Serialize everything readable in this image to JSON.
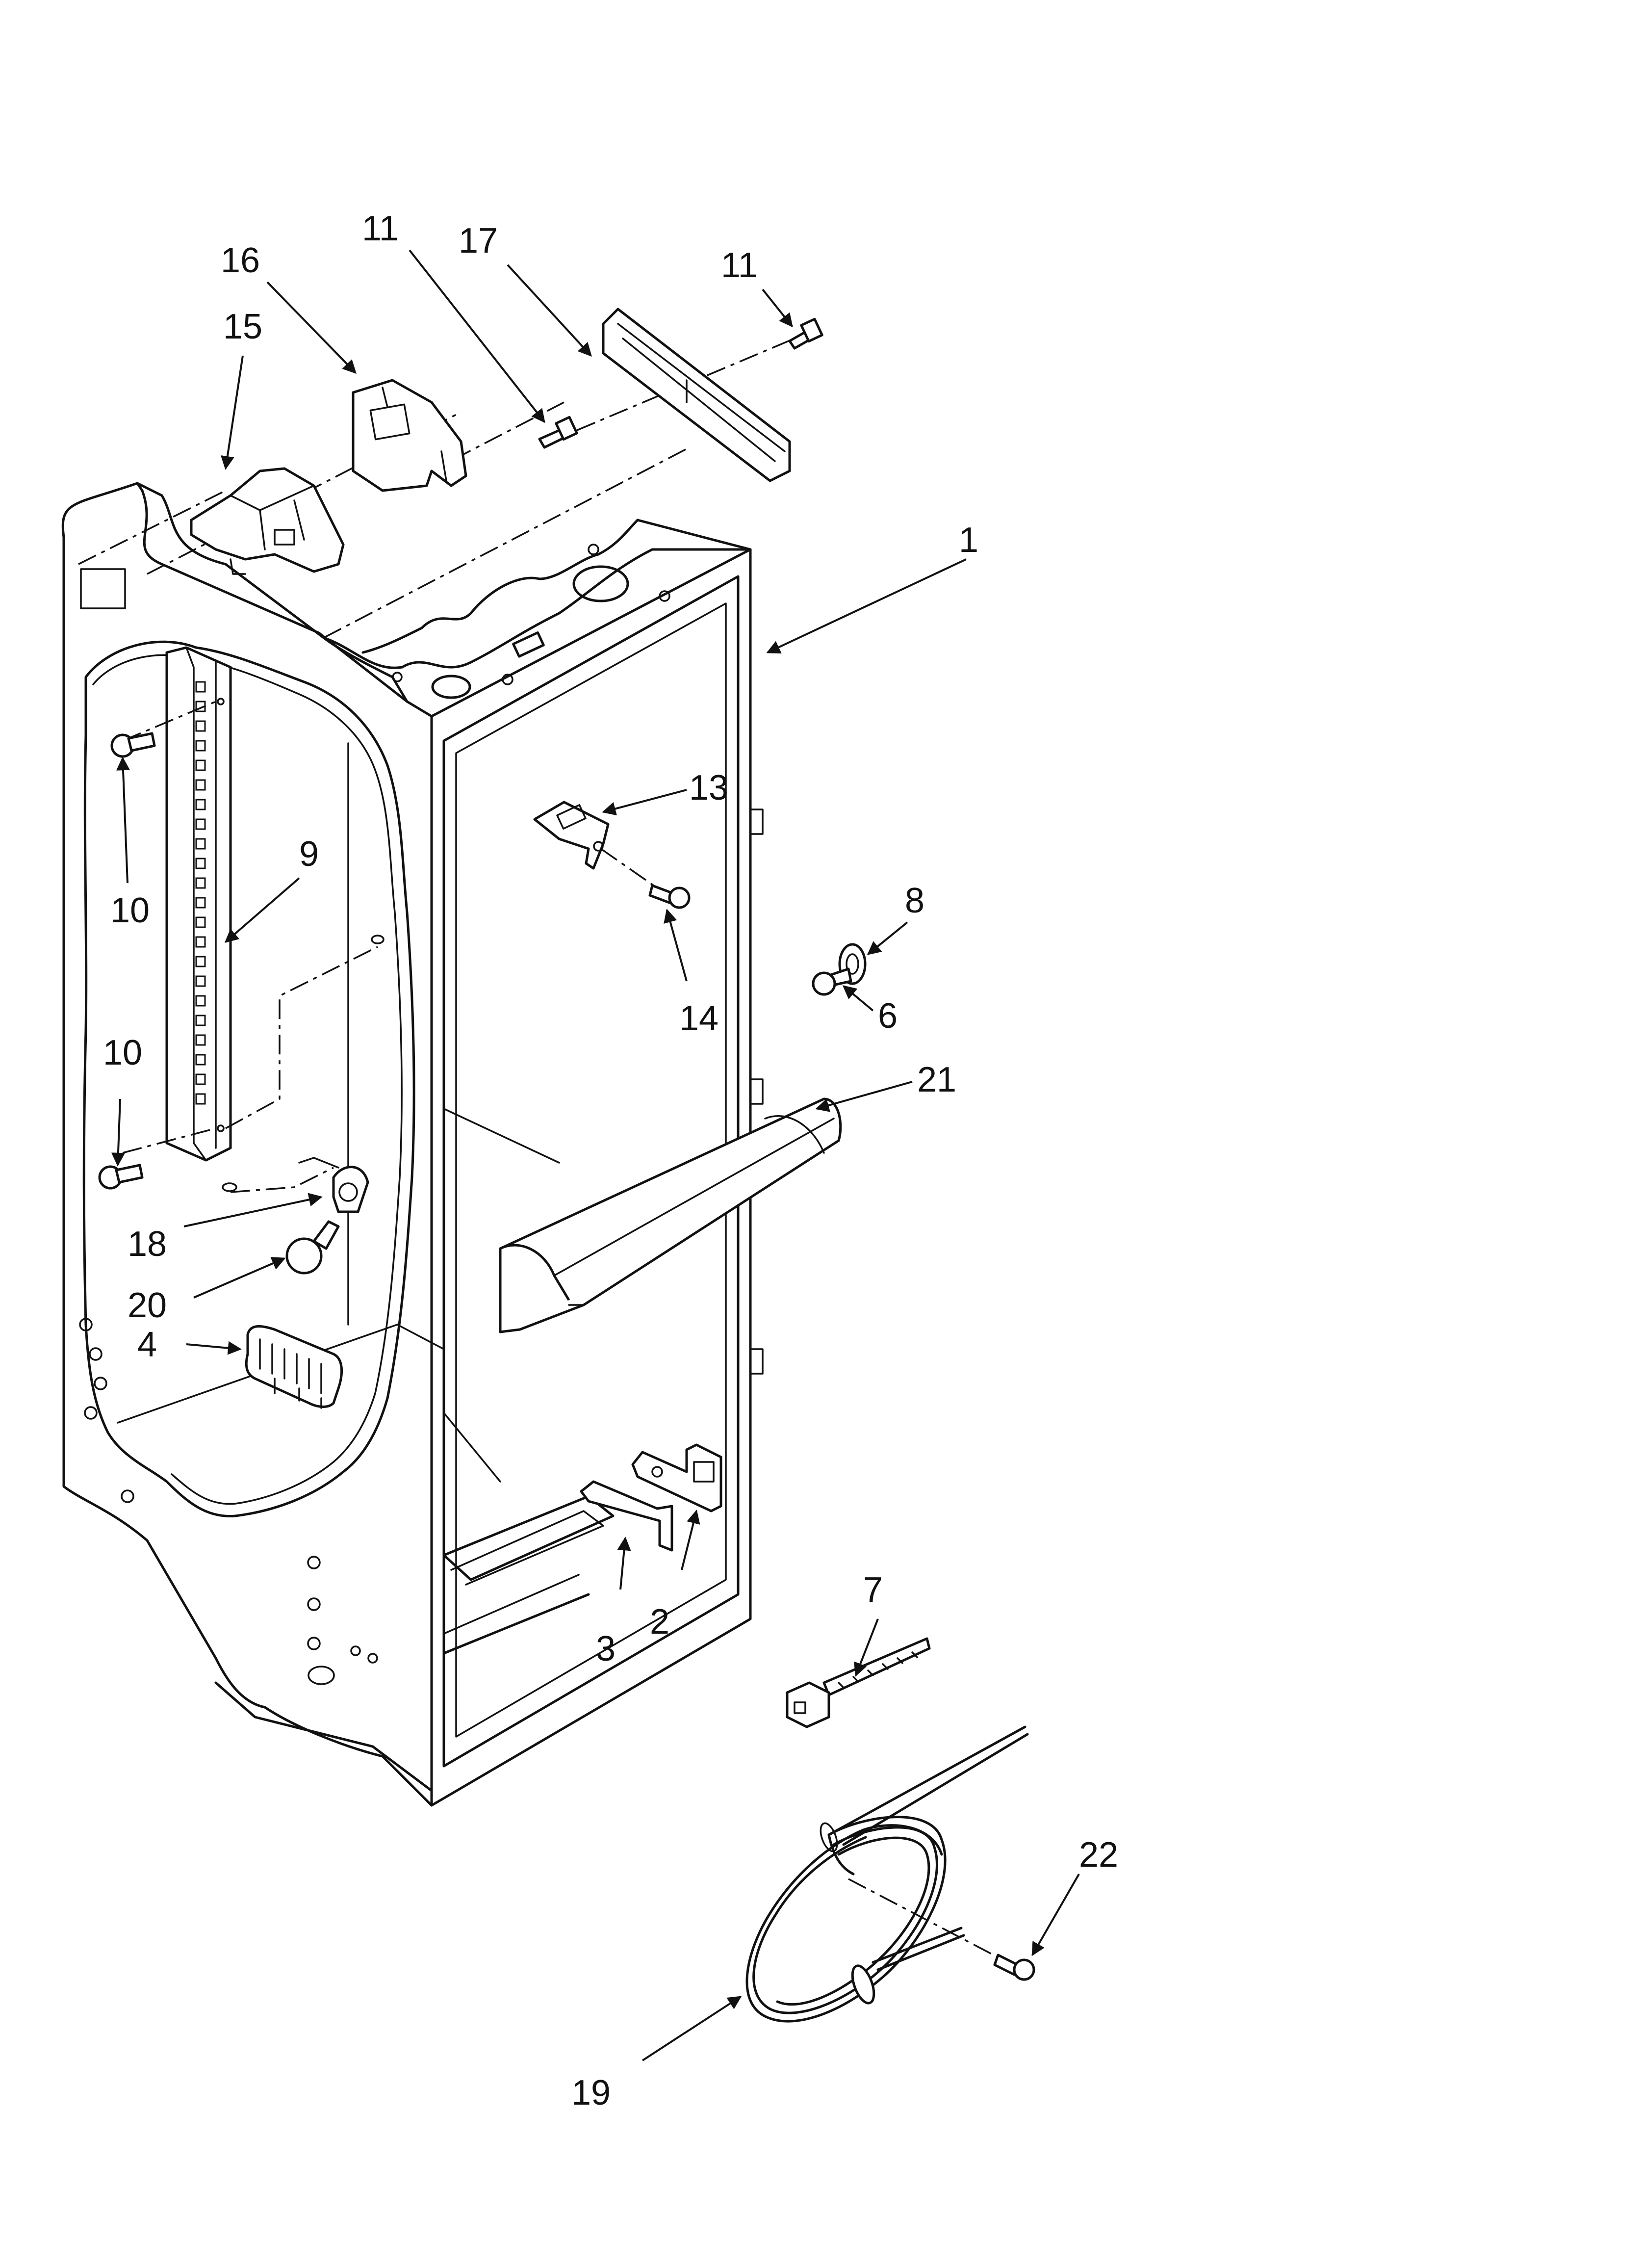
{
  "callouts": {
    "c1": "1",
    "c2": "2",
    "c3": "3",
    "c4": "4",
    "c6": "6",
    "c7": "7",
    "c8": "8",
    "c9": "9",
    "c10a": "10",
    "c10b": "10",
    "c11a": "11",
    "c11b": "11",
    "c13": "13",
    "c14": "14",
    "c15": "15",
    "c16": "16",
    "c17": "17",
    "c18": "18",
    "c19": "19",
    "c20": "20",
    "c21": "21",
    "c22": "22"
  }
}
